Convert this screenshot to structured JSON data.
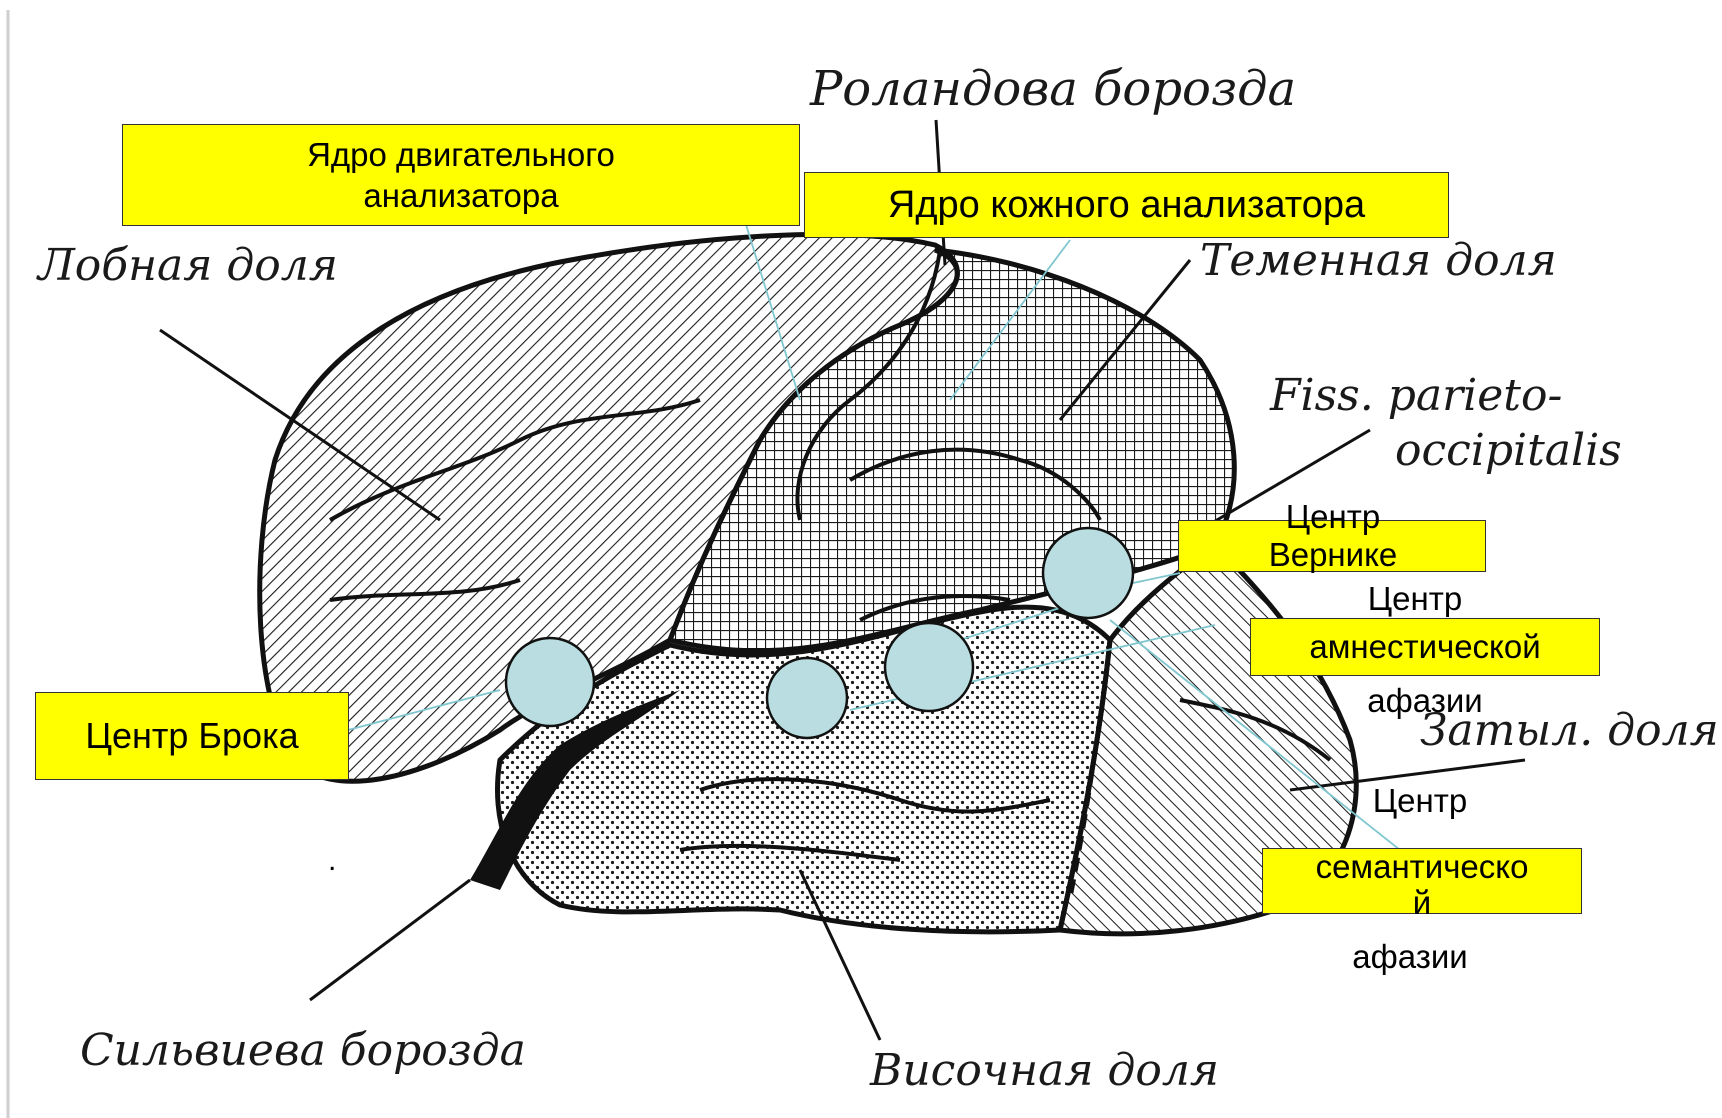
{
  "handwritten_labels": {
    "rolandic_sulcus": "Роландова борозда",
    "frontal_lobe": "Лобная доля",
    "parietal_lobe": "Теменная доля",
    "fiss_line1": "Fiss. parieto-",
    "fiss_line2": "occipitalis",
    "occipital_lobe": "Затыл. доля",
    "sylvian_sulcus": "Сильвиева борозда",
    "temporal_lobe": "Височная доля"
  },
  "boxes": {
    "motor_nucleus": "Ядро двигательного анализатора",
    "skin_nucleus": "Ядро кожного анализатора",
    "broca": "Центр Брока",
    "wernicke": "Центр Вернике",
    "amnestic_line1": "Центр",
    "amnestic_box": "амнестической",
    "amnestic_line3": "афазии",
    "semantic_line1": "Центр",
    "semantic_box_1": "семантическо",
    "semantic_box_2": "й",
    "semantic_line3": "афазии"
  },
  "dot": ".",
  "colors": {
    "label_fill": "#ffff00",
    "circle_fill": "#b9dde0",
    "leader_line": "#7fc6cf",
    "hatch": "#1a1a1a"
  }
}
